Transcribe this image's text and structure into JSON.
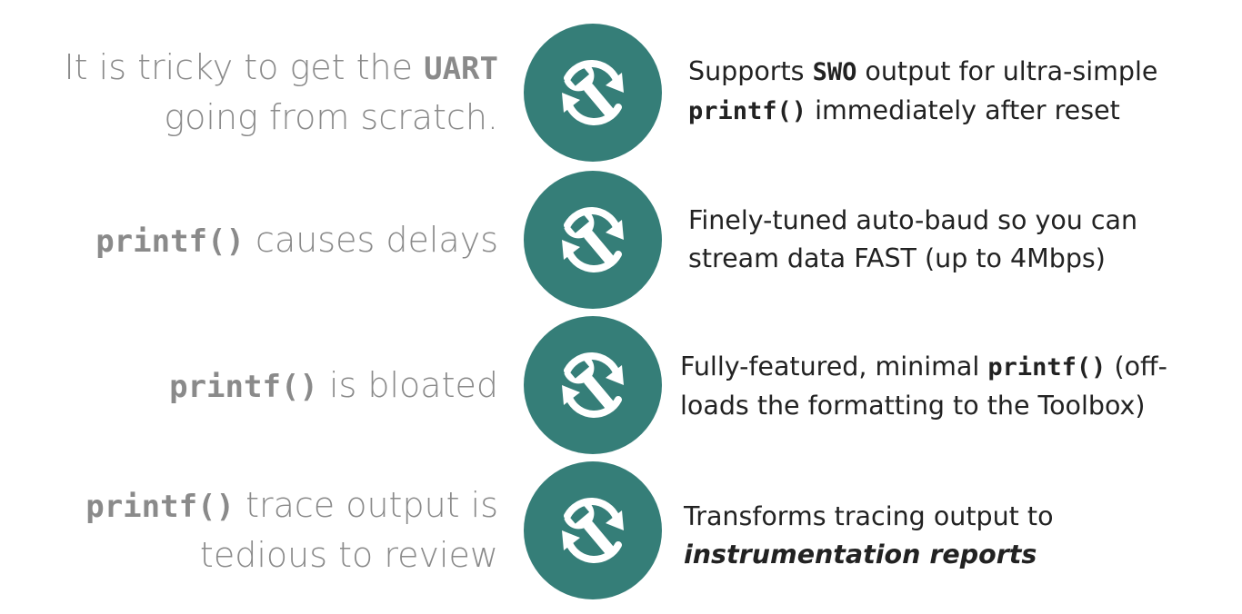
{
  "colors": {
    "badge": "#357e78",
    "problem_text": "#8a8a8a",
    "solution_text": "#222222"
  },
  "rows": [
    {
      "icon": "wrench-cycle-icon",
      "problem": {
        "line1_text": "It is tricky to get the ",
        "line1_code": "UART",
        "line2_text": "going from scratch."
      },
      "solution": {
        "line1_text_a": "Supports ",
        "line1_code": "SWO",
        "line1_text_b": " output for ultra-simple",
        "line2_code": "printf()",
        "line2_text": " immediately after reset"
      }
    },
    {
      "icon": "wrench-cycle-icon",
      "problem": {
        "code": "printf()",
        "text": " causes delays"
      },
      "solution": {
        "line1_text": "Finely-tuned auto-baud so you can",
        "line2_text": "stream data FAST (up to 4Mbps)"
      }
    },
    {
      "icon": "wrench-cycle-icon",
      "problem": {
        "code": "printf()",
        "text": " is bloated"
      },
      "solution": {
        "line1_text_a": "Fully-featured, minimal ",
        "line1_code": "printf()",
        "line1_text_b": " (off-",
        "line2_text": "loads the formatting to the Toolbox)"
      }
    },
    {
      "icon": "wrench-cycle-icon",
      "problem": {
        "line1_code": "printf()",
        "line1_text": " trace output is",
        "line2_text": "tedious to review"
      },
      "solution": {
        "line1_text": "Transforms tracing output to",
        "line2_emph": "instrumentation reports"
      }
    }
  ]
}
